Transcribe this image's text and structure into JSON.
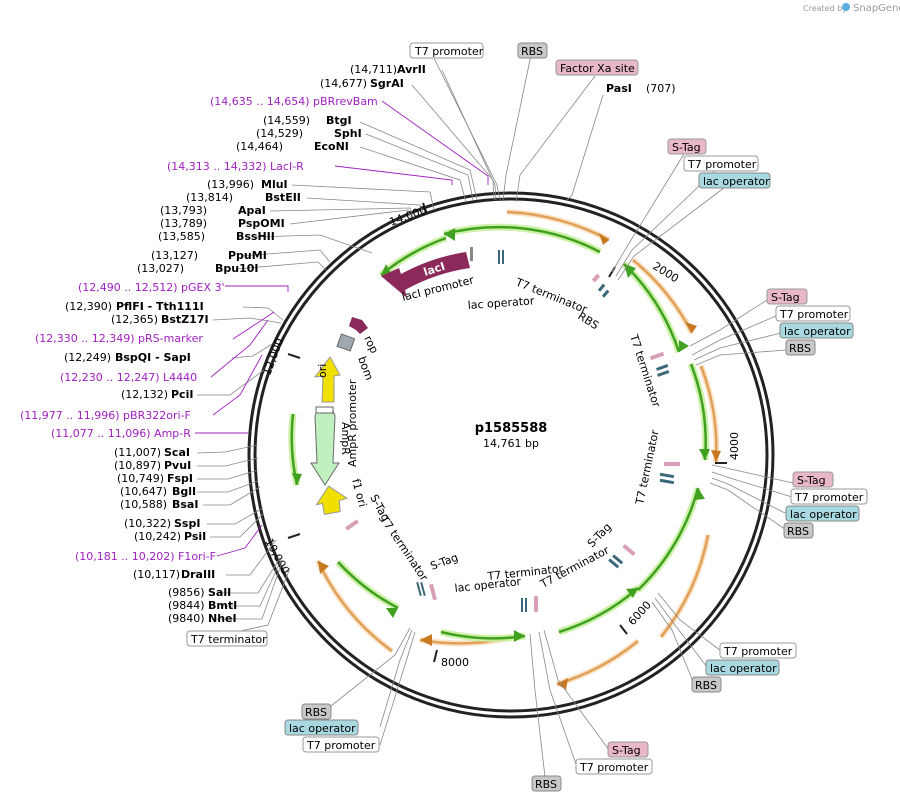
{
  "brand": {
    "created_by": "Created by",
    "app": "SnapGene"
  },
  "plasmid": {
    "name": "p1585588",
    "size": "14,761 bp"
  },
  "ticks": [
    "2000",
    "4000",
    "6000",
    "8000",
    "10,000",
    "12,000",
    "14,000"
  ],
  "sites_left": [
    {
      "pos": "(14,711)",
      "name": "AvrII"
    },
    {
      "pos": "(14,677)",
      "name": "SgrAI"
    },
    {
      "pos": "(14,559)",
      "name": "BtgI"
    },
    {
      "pos": "(14,529)",
      "name": "SphI"
    },
    {
      "pos": "(14,464)",
      "name": "EcoNI"
    },
    {
      "pos": "(13,996)",
      "name": "MluI"
    },
    {
      "pos": "(13,814)",
      "name": "BstEII"
    },
    {
      "pos": "(13,793)",
      "name": "ApaI"
    },
    {
      "pos": "(13,789)",
      "name": "PspOMI"
    },
    {
      "pos": "(13,585)",
      "name": "BssHII"
    },
    {
      "pos": "(13,127)",
      "name": "PpuMI"
    },
    {
      "pos": "(13,027)",
      "name": "Bpu10I"
    },
    {
      "pos": "(12,390)",
      "name": "PflFI  - Tth111I"
    },
    {
      "pos": "(12,365)",
      "name": "BstZ17I"
    },
    {
      "pos": "(12,249)",
      "name": "BspQI  - SapI"
    },
    {
      "pos": "(12,132)",
      "name": "PciI"
    },
    {
      "pos": "(11,007)",
      "name": "ScaI"
    },
    {
      "pos": "(10,897)",
      "name": "PvuI"
    },
    {
      "pos": "(10,749)",
      "name": "FspI"
    },
    {
      "pos": "(10,647)",
      "name": "BglI"
    },
    {
      "pos": "(10,588)",
      "name": "BsaI"
    },
    {
      "pos": "(10,322)",
      "name": "SspI"
    },
    {
      "pos": "(10,242)",
      "name": "PsiI"
    },
    {
      "pos": "(10,117)",
      "name": "DraIII"
    },
    {
      "pos": "(9856)",
      "name": "SalI"
    },
    {
      "pos": "(9844)",
      "name": "BmtI"
    },
    {
      "pos": "(9840)",
      "name": "NheI"
    }
  ],
  "primers": [
    "(14,635 .. 14,654)  pBRrevBam",
    "(14,313 .. 14,332)  LacI-R",
    "(12,490 .. 12,512)  pGEX 3'",
    "(12,330 .. 12,349)  pRS-marker",
    "(12,230 .. 12,247)  L4440",
    "(11,977 .. 11,996)  pBR322ori-F",
    "(11,077 .. 11,096)  Amp-R",
    "(10,181 .. 10,202)  F1ori-F"
  ],
  "site_right": {
    "name": "PasI",
    "pos": "(707)"
  },
  "boxes": {
    "b1": "T7 promoter",
    "b2": "RBS",
    "b3": "Factor Xa site",
    "b4": "S-Tag",
    "b5": "T7 promoter",
    "b6": "lac operator",
    "b7": "S-Tag",
    "b8": "T7 promoter",
    "b9": "lac operator",
    "b10": "RBS",
    "b11": "S-Tag",
    "b12": "T7 promoter",
    "b13": "lac operator",
    "b14": "RBS",
    "b15": "T7 promoter",
    "b16": "lac operator",
    "b17": "RBS",
    "b18": "S-Tag",
    "b19": "T7 promoter",
    "b20": "RBS",
    "b21": "RBS",
    "b22": "lac operator",
    "b23": "T7 promoter",
    "b24": "T7 terminator"
  },
  "features": {
    "lacI": "lacI",
    "lacI_promoter": "lacI promoter",
    "lac_operator": "lac operator",
    "t7term_a": "T7 terminator",
    "rbs_a": "RBS",
    "t7term_b": "T7 terminator",
    "t7term_c": "T7 terminator",
    "stag_a": "S-Tag",
    "t7term_d": "T7 terminator",
    "t7term_e": "T7 terminator",
    "lac_operator_b": "lac operator",
    "stag_b": "S-Tag",
    "t7term_f": "T7 terminator",
    "stag_c": "S-Tag",
    "f1ori": "f1 ori",
    "ampr": "AmpR",
    "ampr_promoter": "AmpR promoter",
    "ori": "ori",
    "rop": "rop",
    "bom": "bom"
  },
  "colors": {
    "backbone": "#222222",
    "orange": "#f0a030",
    "green": "#40a020",
    "green_glow": "#c8f0a0",
    "lacI": "#8b2a5a",
    "ori_yellow": "#f0e000",
    "ampr_fill": "#c0f0c0",
    "primer": "#a020c0",
    "box_pink": "#e8b8c8",
    "box_blue": "#a8d8e0",
    "box_gray": "#c8c8c8"
  }
}
